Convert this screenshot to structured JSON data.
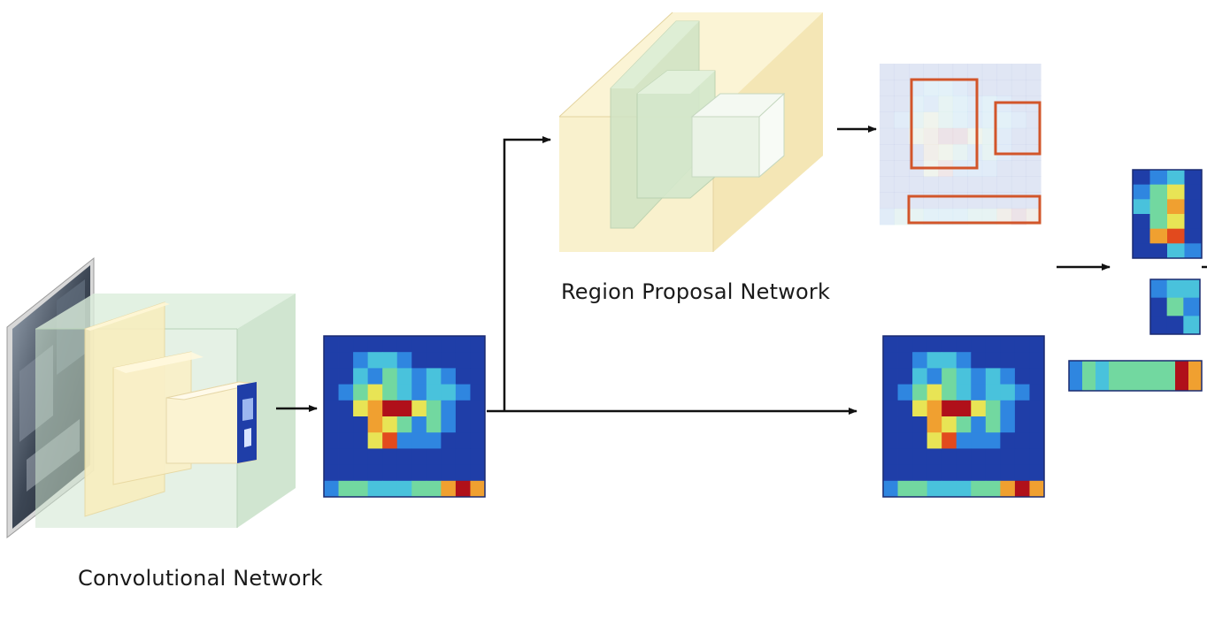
{
  "labels": {
    "region_proposal_network": "Region Proposal Network",
    "convolutional_network": "Convolutional Network"
  },
  "colors": {
    "conv_box": "#cfe6cf",
    "rpn_box": "#f8eec4",
    "proposal_border": "#d2552a",
    "arrow": "#111111",
    "heatmap_palette": [
      "#1f3ea8",
      "#2f86e0",
      "#49c2dc",
      "#72d8a0",
      "#e8e455",
      "#f0a030",
      "#e24a1e",
      "#b0101a"
    ]
  },
  "feature_map": {
    "grid": [
      "00000000000",
      "00122100000",
      "00213212100",
      "01343212210",
      "00457743100",
      "00054313100",
      "00046111000",
      "00000000000",
      "00000000000",
      "13322233575"
    ]
  },
  "pooled_rois": {
    "roi_large": [
      "0120",
      "1340",
      "2350",
      "0340",
      "0560",
      "0021"
    ],
    "roi_small": [
      "122",
      "031",
      "002"
    ],
    "roi_wide": [
      "1323333375"
    ]
  }
}
